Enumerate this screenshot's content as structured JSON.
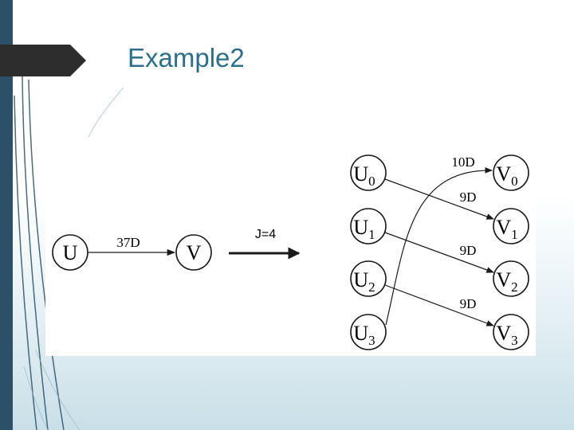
{
  "slide": {
    "title": "Example2"
  },
  "diagram": {
    "left": {
      "source_node": "U",
      "target_node": "V",
      "edge_label": "37D"
    },
    "transform_label": "J=4",
    "right": {
      "u_nodes": [
        {
          "letter": "U",
          "sub": "0"
        },
        {
          "letter": "U",
          "sub": "1"
        },
        {
          "letter": "U",
          "sub": "2"
        },
        {
          "letter": "U",
          "sub": "3"
        }
      ],
      "v_nodes": [
        {
          "letter": "V",
          "sub": "0"
        },
        {
          "letter": "V",
          "sub": "1"
        },
        {
          "letter": "V",
          "sub": "2"
        },
        {
          "letter": "V",
          "sub": "3"
        }
      ],
      "edge_labels": [
        "10D",
        "9D",
        "9D",
        "9D"
      ]
    }
  }
}
